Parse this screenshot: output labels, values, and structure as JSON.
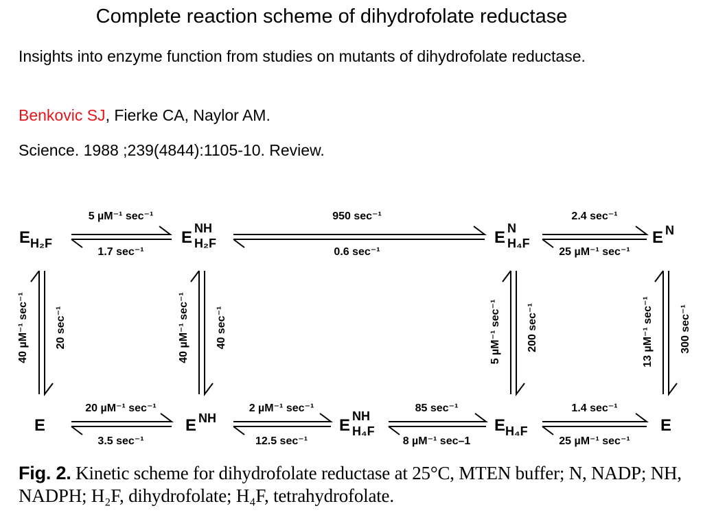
{
  "slide": {
    "title": "Complete reaction scheme of dihydrofolate reductase",
    "reference_title": "Insights into enzyme function from studies on mutants of dihydrofolate reductase.",
    "author_link": "Benkovic SJ",
    "authors_rest": ", Fierke CA, Naylor AM.",
    "journal": "Science. 1988 ;239(4844):1105-10. Review."
  },
  "scheme": {
    "nodes": {
      "e_h2f": {
        "base": "E",
        "sup": "",
        "sub": "H2F"
      },
      "e_nh_h2f": {
        "base": "E",
        "sup": "NH",
        "sub": "H2F"
      },
      "e_n_h4f": {
        "base": "E",
        "sup": "N",
        "sub": "H4F"
      },
      "e_n": {
        "base": "E",
        "sup": "N",
        "sub": ""
      },
      "e": {
        "base": "E",
        "sup": "",
        "sub": ""
      },
      "e_nh": {
        "base": "E",
        "sup": "NH",
        "sub": ""
      },
      "e_nh_h4f": {
        "base": "E",
        "sup": "NH",
        "sub": "H4F"
      },
      "e_h4f": {
        "base": "E",
        "sup": "",
        "sub": "H4F"
      },
      "e_right": {
        "base": "E",
        "sup": "",
        "sub": ""
      }
    },
    "top_row_rates": [
      {
        "forward": "5 µM⁻¹ sec⁻¹",
        "reverse": "1.7 sec⁻¹"
      },
      {
        "forward": "950 sec⁻¹",
        "reverse": "0.6 sec⁻¹"
      },
      {
        "forward": "2.4 sec⁻¹",
        "reverse": "25 µM⁻¹ sec⁻¹"
      }
    ],
    "vertical_rates": [
      {
        "up": "40 µM⁻¹ sec⁻¹",
        "down": "20 sec⁻¹"
      },
      {
        "up": "40 µM⁻¹ sec⁻¹",
        "down": "40 sec⁻¹"
      },
      {
        "up": "5 µM⁻¹ sec⁻¹",
        "down": "200 sec⁻¹"
      },
      {
        "up": "13 µM⁻¹ sec⁻¹",
        "down": "300 sec⁻¹"
      }
    ],
    "bottom_row_rates": [
      {
        "forward": "20 µM⁻¹ sec⁻¹",
        "reverse": "3.5 sec⁻¹"
      },
      {
        "forward": "2 µM⁻¹ sec⁻¹",
        "reverse": "12.5 sec⁻¹"
      },
      {
        "forward": "85 sec⁻¹",
        "reverse": "8 µM⁻¹ sec–1"
      },
      {
        "forward": "1.4 sec⁻¹",
        "reverse": "25 µM⁻¹ sec⁻¹"
      }
    ]
  },
  "caption": {
    "fig_label": "Fig. 2.",
    "text": "Kinetic scheme for dihydrofolate reductase at 25°C, MTEN buffer; N, NADP; NH, NADPH; H₂F, dihydrofolate; H₄F, tetrahydrofolate."
  }
}
